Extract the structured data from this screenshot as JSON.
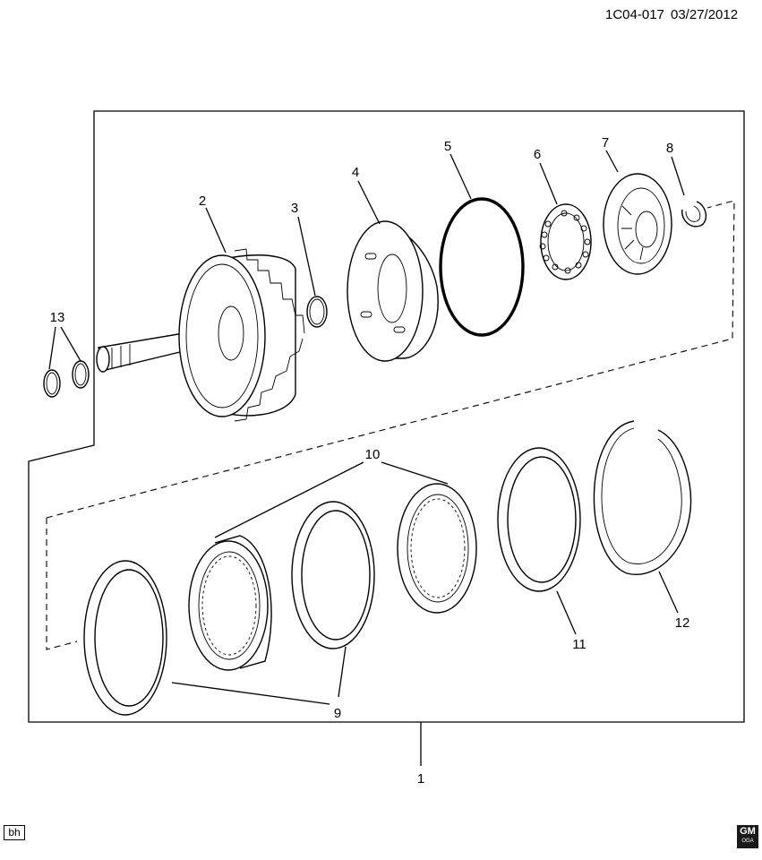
{
  "header": {
    "diagram_code": "1C04-017",
    "date": "03/27/2012"
  },
  "callouts": {
    "c1": "1",
    "c2": "2",
    "c3": "3",
    "c4": "4",
    "c5": "5",
    "c6": "6",
    "c7": "7",
    "c8": "8",
    "c9": "9",
    "c10": "10",
    "c11": "11",
    "c12": "12",
    "c13": "13"
  },
  "footer": {
    "badge": "bh",
    "logo": "GM",
    "logo_sub": "OGA"
  }
}
